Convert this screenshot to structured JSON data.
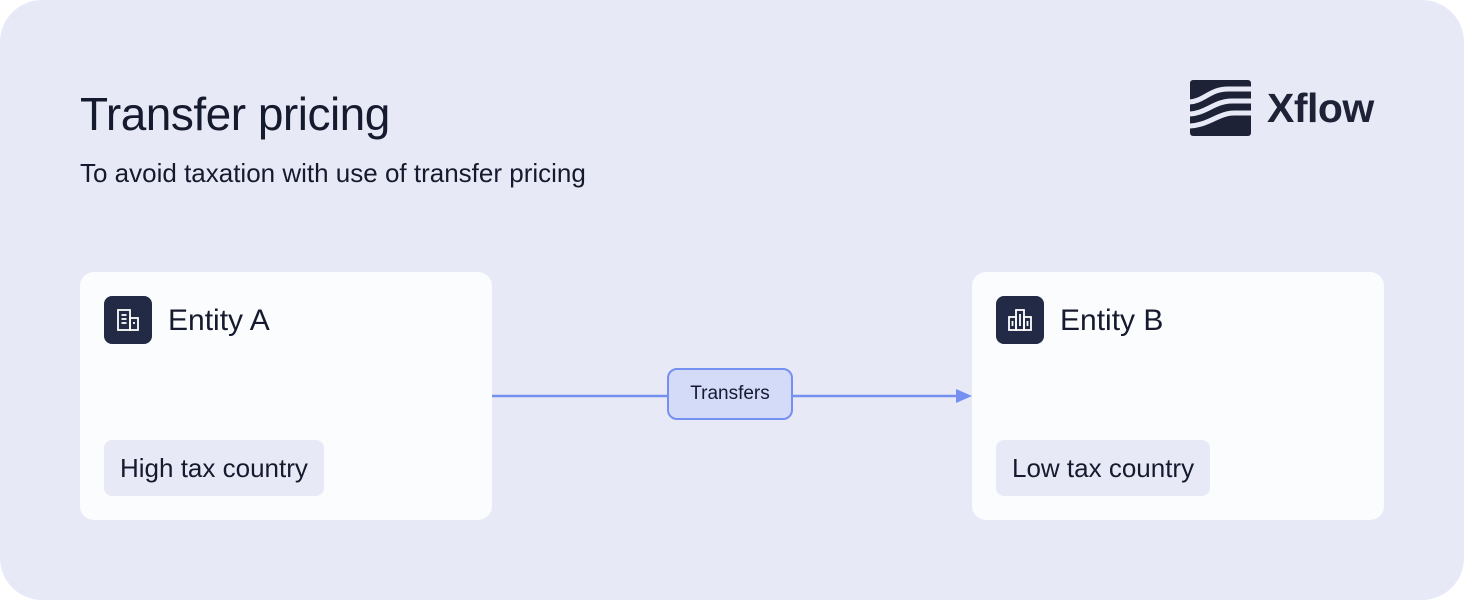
{
  "header": {
    "title": "Transfer pricing",
    "subtitle": "To avoid taxation with use of transfer pricing"
  },
  "brand": {
    "name": "Xflow",
    "icon": "xflow-logo-icon"
  },
  "entities": [
    {
      "name": "Entity A",
      "tag": "High tax country",
      "icon": "office-building-icon"
    },
    {
      "name": "Entity B",
      "tag": "Low tax country",
      "icon": "city-buildings-icon"
    }
  ],
  "edge": {
    "label": "Transfers",
    "from": "Entity A",
    "to": "Entity B"
  },
  "colors": {
    "background": "#e7eaf6",
    "card": "#fbfcfe",
    "icon_tile": "#222a45",
    "arrow": "#7590f0",
    "edge_label_fill": "#d3dbf9",
    "text": "#151a2e"
  }
}
